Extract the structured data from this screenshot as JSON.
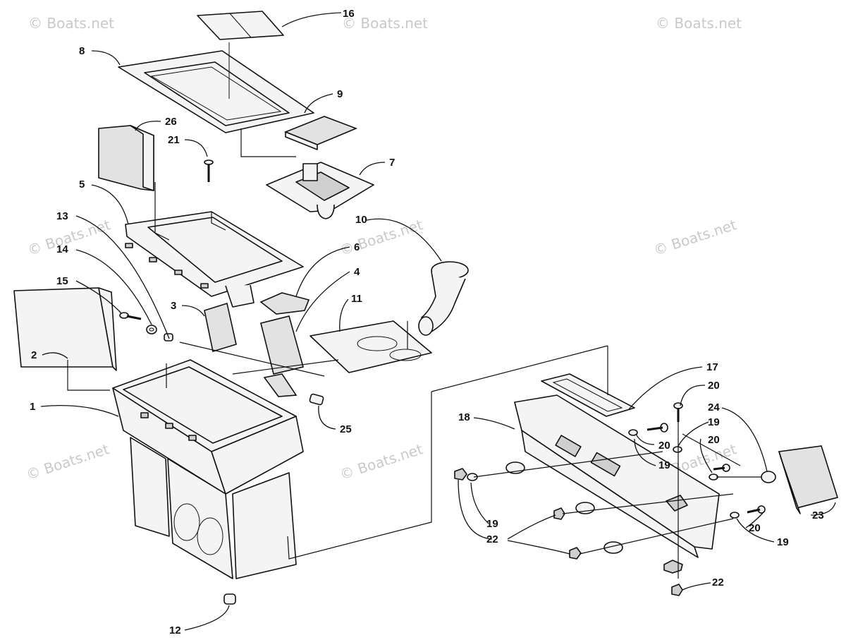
{
  "watermark": "© Boats.net",
  "callouts": [
    "1",
    "2",
    "3",
    "4",
    "5",
    "6",
    "7",
    "8",
    "9",
    "10",
    "11",
    "12",
    "13",
    "14",
    "15",
    "16",
    "17",
    "18",
    "19",
    "20",
    "21",
    "22",
    "23",
    "24",
    "25",
    "26"
  ]
}
